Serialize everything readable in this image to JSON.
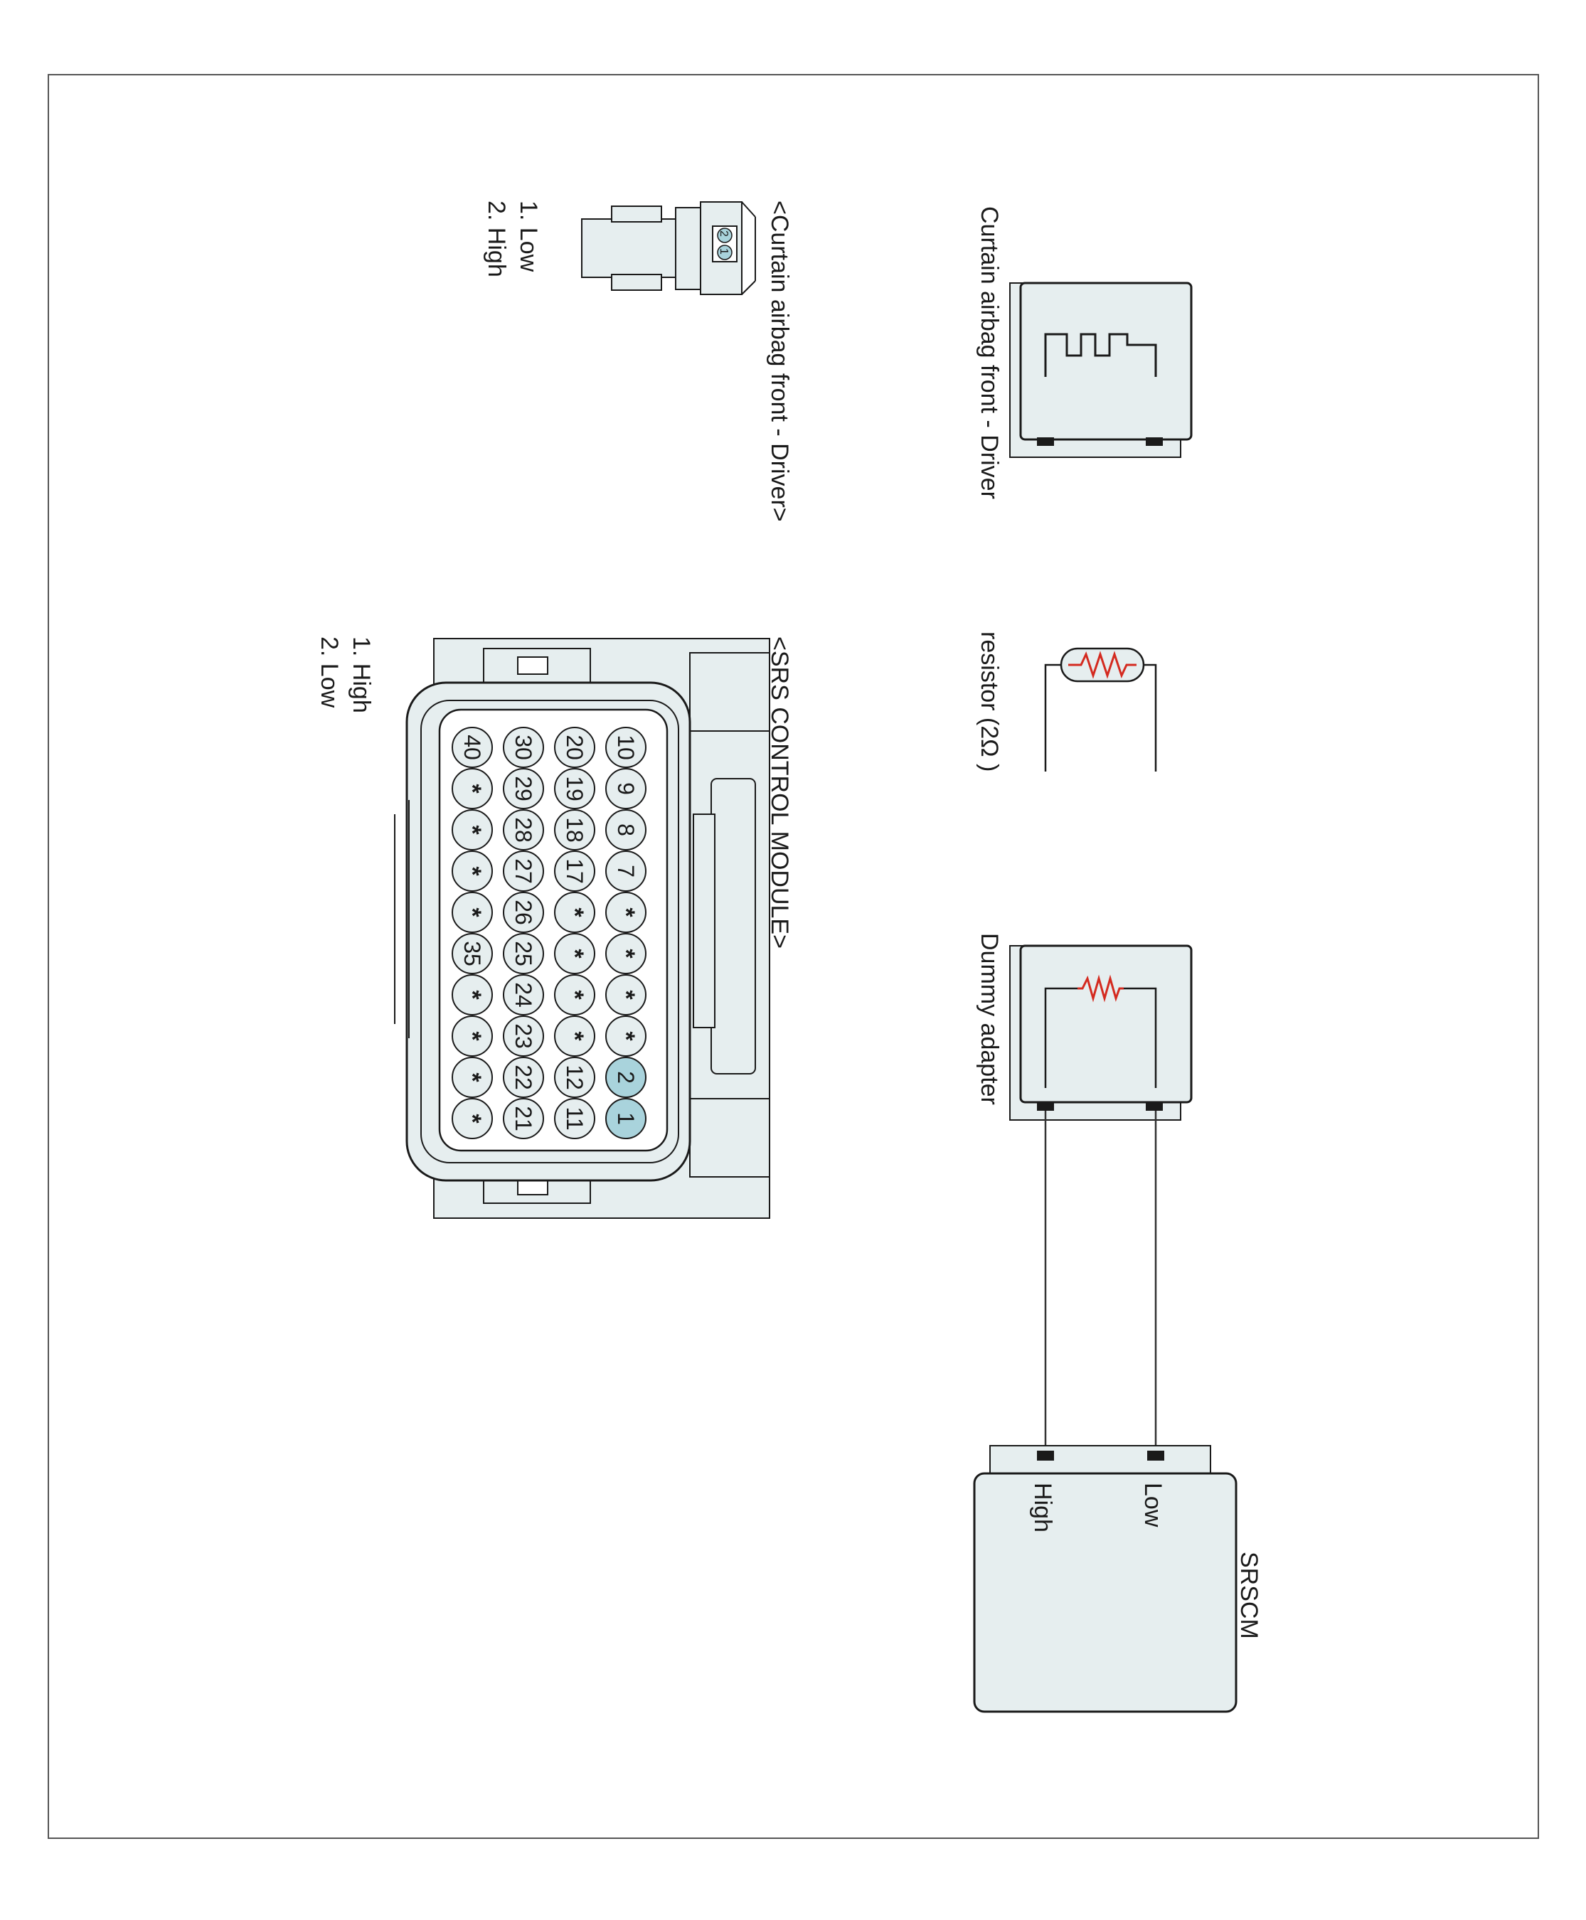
{
  "labels": {
    "curtain_airbag": "Curtain airbag front - Driver",
    "resistor": "resistor (2Ω )",
    "dummy_adapter": "Dummy adapter",
    "srscm": "SRSCM",
    "srscm_low": "Low",
    "srscm_high": "High",
    "curtain_conn_title": "<Curtain airbag front - Driver>",
    "curtain_pin1": "1. Low",
    "curtain_pin2": "2. High",
    "srs_conn_title": "<SRS CONTROL MODULE>",
    "srs_pin1": "1. High",
    "srs_pin2": "2. Low"
  },
  "curtain_connector": {
    "pins": [
      "2",
      "1"
    ]
  },
  "srs_connector": {
    "rows": [
      [
        "1",
        "2",
        "*",
        "*",
        "*",
        "*",
        "7",
        "8",
        "9",
        "10"
      ],
      [
        "11",
        "12",
        "*",
        "*",
        "*",
        "*",
        "17",
        "18",
        "19",
        "20"
      ],
      [
        "21",
        "22",
        "23",
        "24",
        "25",
        "26",
        "27",
        "28",
        "29",
        "30"
      ],
      [
        "*",
        "*",
        "*",
        "*",
        "35",
        "*",
        "*",
        "*",
        "*",
        "40"
      ]
    ],
    "highlighted": [
      "1",
      "2"
    ]
  },
  "colors": {
    "housing": "#e6eeef",
    "stroke": "#1a1a1a",
    "highlight_pin": "#a9d3dc",
    "resistor_zigzag": "#d42a1f",
    "wire": "#333333"
  }
}
